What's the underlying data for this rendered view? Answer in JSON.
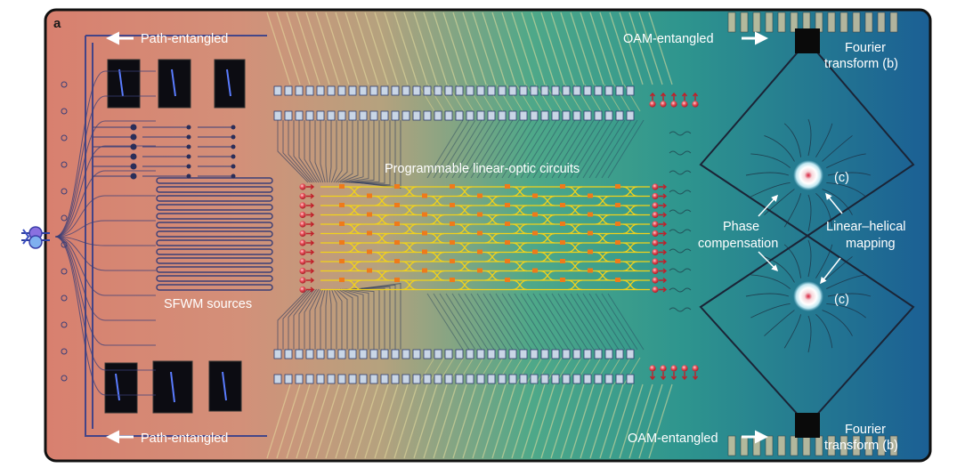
{
  "panel_label": "a",
  "labels": {
    "path_top": "Path-entangled",
    "path_bottom": "Path-entangled",
    "oam_top": "OAM-entangled",
    "oam_bottom": "OAM-entangled",
    "fourier_top_line1": "Fourier",
    "fourier_top_line2": "transform (b)",
    "fourier_bottom_line1": "Fourier",
    "fourier_bottom_line2": "transform (b)",
    "circuits": "Programmable linear-optic circuits",
    "sfwm": "SFWM sources",
    "phase_line1": "Phase",
    "phase_line2": "compensation",
    "linear_line1": "Linear–helical",
    "linear_line2": "mapping",
    "c_top": "(c)",
    "c_bottom": "(c)"
  },
  "colors": {
    "chip_left": "#d98876",
    "chip_mid": "#46a58a",
    "chip_right": "#1f6f9a",
    "waveguide_yellow": "#f2d21a",
    "heater_orange": "#ef7a1a",
    "photon_red": "#e0454c",
    "border": "#111111"
  },
  "icons": {
    "arrow": "white-arrow-icon",
    "photon_pair": "photon-pair-icon",
    "emitter": "ring-emitter-icon"
  }
}
